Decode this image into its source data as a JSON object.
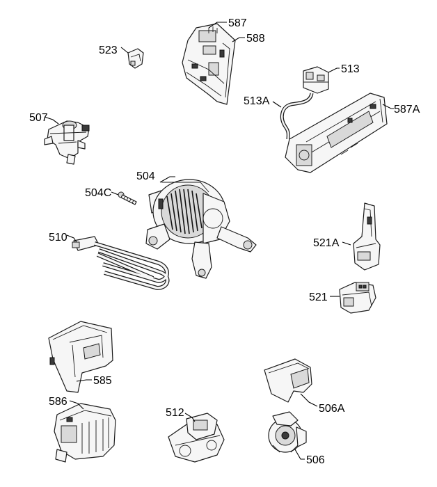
{
  "callouts": {
    "c587": "587",
    "c588": "588",
    "c523": "523",
    "c513": "513",
    "c513A": "513A",
    "c587A": "587A",
    "c507": "507",
    "c504": "504",
    "c504C": "504C",
    "c510": "510",
    "c521A": "521A",
    "c521": "521",
    "c585": "585",
    "c586": "586",
    "c512": "512",
    "c506A": "506A",
    "c506": "506"
  }
}
